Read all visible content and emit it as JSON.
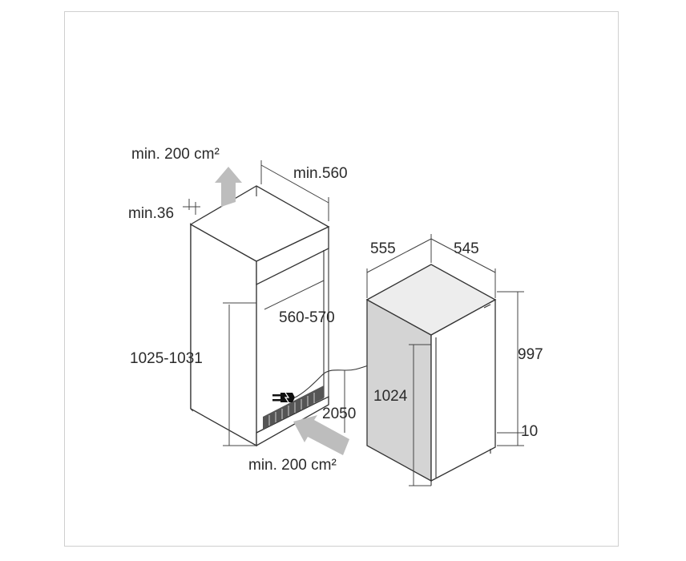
{
  "diagram": {
    "labels": {
      "top_vent": "min. 200 cm²",
      "niche_width_min": "min.560",
      "top_gap_min": "min.36",
      "niche_height": "1025-1031",
      "inner_width": "560-570",
      "cable_length": "2050",
      "bottom_vent": "min. 200 cm²",
      "appliance_depth": "555",
      "appliance_width": "545",
      "appliance_height": "997",
      "door_height": "1024",
      "foot_height": "10"
    },
    "colors": {
      "line": "#333333",
      "appliance_side": "#d4d4d4",
      "appliance_top": "#ededed",
      "arrow": "#bdbdbd",
      "vent_grille": "#555555"
    },
    "icons": [
      "vent-arrow-up-icon",
      "vent-arrow-in-icon",
      "power-plug-icon"
    ]
  }
}
